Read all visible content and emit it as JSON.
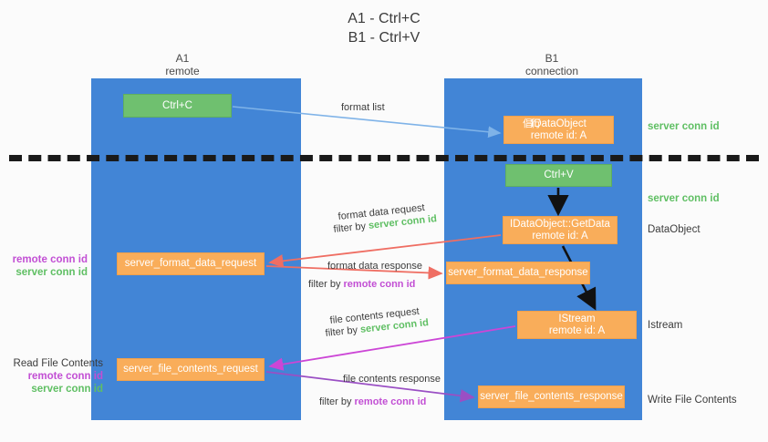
{
  "title": {
    "line1": "A1 - Ctrl+C",
    "line2": "B1 - Ctrl+V"
  },
  "columns": [
    {
      "name": "A1",
      "role": "remote"
    },
    {
      "name": "B1",
      "role": "connection"
    }
  ],
  "nodes": {
    "ctrl_c": {
      "label": "Ctrl+C",
      "color": "#6fc06f"
    },
    "ole_dataobject": {
      "label": "IDataObject",
      "ghost": "倡行",
      "sub": "remote id: A",
      "color": "#f9ad5a"
    },
    "ctrl_v": {
      "label": "Ctrl+V",
      "color": "#6fc06f"
    },
    "getdata": {
      "label": "IDataObject::GetData",
      "sub": "remote id: A",
      "color": "#f9ad5a"
    },
    "format_data_request": {
      "label": "server_format_data_request",
      "color": "#f9ad5a"
    },
    "format_data_response": {
      "label": "server_format_data_response",
      "color": "#f9ad5a"
    },
    "istream": {
      "label": "IStream",
      "sub": "remote id: A",
      "color": "#f9ad5a"
    },
    "file_contents_request": {
      "label": "server_file_contents_request",
      "color": "#f9ad5a"
    },
    "file_contents_response": {
      "label": "server_file_contents_response",
      "color": "#f9ad5a"
    }
  },
  "edges": {
    "format_list": {
      "text": "format list"
    },
    "format_data_request": {
      "text": "format data request",
      "filter_prefix": "filter by ",
      "filter_key": "server conn id"
    },
    "format_data_response": {
      "text": "format data response",
      "filter_prefix": "filter by ",
      "filter_key": "remote conn id"
    },
    "file_contents_request": {
      "text": "file contents request",
      "filter_prefix": "filter by ",
      "filter_key": "server conn id"
    },
    "file_contents_response": {
      "text": "file contents response",
      "filter_prefix": "filter by ",
      "filter_key": "remote conn id"
    }
  },
  "annotations": {
    "server_conn_id_1": "server conn id",
    "server_conn_id_2": "server conn id",
    "dataobject": "DataObject",
    "istream": "Istream",
    "write_file_contents": "Write File Contents",
    "read_file_contents": "Read File Contents",
    "remote_conn_id": "remote conn id",
    "server_conn_id": "server conn id"
  },
  "colors": {
    "lane": "#4285d6",
    "green_node": "#6fc06f",
    "orange_node": "#f9ad5a",
    "server_conn_id": "#5fbf63",
    "remote_conn_id": "#c24fd4",
    "divider": "#1a1a1a",
    "arrow_blue": "#7fb3e8",
    "arrow_red": "#ef6e63",
    "arrow_magenta": "#cc46d6",
    "arrow_purple": "#9a4fc4",
    "arrow_black": "#111111",
    "background": "#fbfbfb"
  }
}
